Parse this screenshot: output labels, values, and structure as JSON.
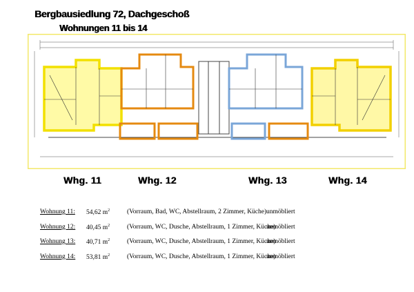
{
  "header": {
    "title": "Bergbausiedlung 72, Dachgeschoß",
    "subtitle": "Wohnungen 11 bis 14"
  },
  "plan_labels": [
    "Whg. 11",
    "Whg. 12",
    "Whg. 13",
    "Whg. 14"
  ],
  "colors": {
    "whg11": "#f2e000",
    "whg12": "#e58a10",
    "whg13": "#7aa6d8",
    "whg14": "#f2d000",
    "plan_border": "#f3e86a"
  },
  "units": [
    {
      "name": "Wohnung 11:",
      "area": "54,62 m",
      "area_unit_sup": "2",
      "rooms": "(Vorraum, Bad, WC, Abstellraum, 2 Zimmer, Küche)",
      "status": "unmöbliert"
    },
    {
      "name": "Wohnung 12:",
      "area": "40,45 m",
      "area_unit_sup": "2",
      "rooms": "(Vorraum, WC, Dusche, Abstellraum, 1 Zimmer, Küche)",
      "status": "unmöbliert"
    },
    {
      "name": "Wohnung 13:",
      "area": "40,71 m",
      "area_unit_sup": "2",
      "rooms": "(Vorraum, WC, Dusche, Abstellraum, 1 Zimmer, Küche)",
      "status": "unmöbliert"
    },
    {
      "name": "Wohnung 14:",
      "area": "53,81 m",
      "area_unit_sup": "2",
      "rooms": "(Vorraum, WC, Dusche, Abstellraum, 1 Zimmer, Küche)",
      "status": "unmöbliert"
    }
  ]
}
